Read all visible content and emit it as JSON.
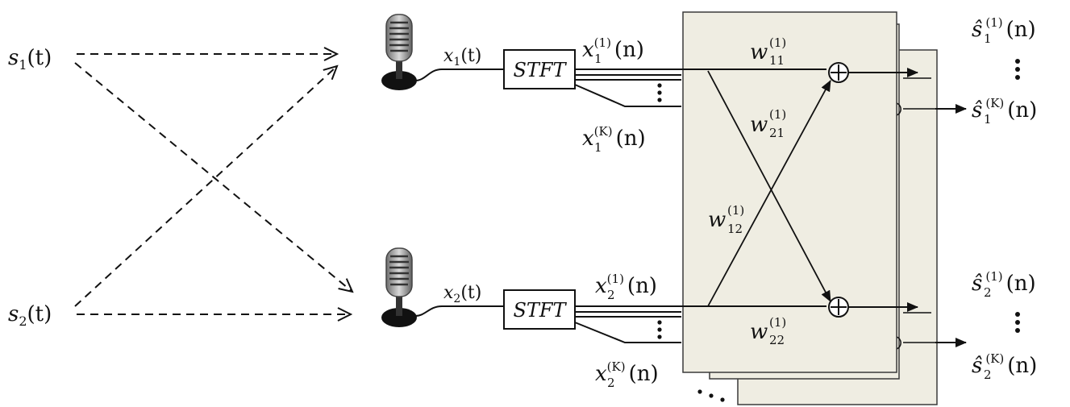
{
  "sources": {
    "s1": {
      "base": "s",
      "sub": "1",
      "arg": "(t)"
    },
    "s2": {
      "base": "s",
      "sub": "2",
      "arg": "(t)"
    }
  },
  "mics": {
    "x1": {
      "base": "x",
      "sub": "1",
      "arg": "(t)"
    },
    "x2": {
      "base": "x",
      "sub": "2",
      "arg": "(t)"
    }
  },
  "stft": {
    "label": "STFT"
  },
  "bins": {
    "x1_1": {
      "base": "x",
      "sub": "1",
      "sup": "(1)",
      "arg": "(n)"
    },
    "x1_K": {
      "base": "x",
      "sub": "1",
      "sup": "(K)",
      "arg": "(n)"
    },
    "x2_1": {
      "base": "x",
      "sub": "2",
      "sup": "(1)",
      "arg": "(n)"
    },
    "x2_K": {
      "base": "x",
      "sub": "2",
      "sup": "(K)",
      "arg": "(n)"
    }
  },
  "weights": {
    "w11": {
      "base": "w",
      "sub": "11",
      "sup": "(1)"
    },
    "w21": {
      "base": "w",
      "sub": "21",
      "sup": "(1)"
    },
    "w12": {
      "base": "w",
      "sub": "12",
      "sup": "(1)"
    },
    "w22": {
      "base": "w",
      "sub": "22",
      "sup": "(1)"
    }
  },
  "outputs": {
    "s1_1": {
      "base": "ŝ",
      "sub": "1",
      "sup": "(1)",
      "arg": "(n)"
    },
    "s1_K": {
      "base": "ŝ",
      "sub": "1",
      "sup": "(K)",
      "arg": "(n)"
    },
    "s2_1": {
      "base": "ŝ",
      "sub": "2",
      "sup": "(1)",
      "arg": "(n)"
    },
    "s2_K": {
      "base": "ŝ",
      "sub": "2",
      "sup": "(K)",
      "arg": "(n)"
    }
  },
  "colors": {
    "panel": "#efede2",
    "panel_stroke": "#3a3a3a",
    "ink": "#111111"
  },
  "icons": {
    "microphone": "microphone-icon",
    "sum": "sum-node-icon"
  }
}
